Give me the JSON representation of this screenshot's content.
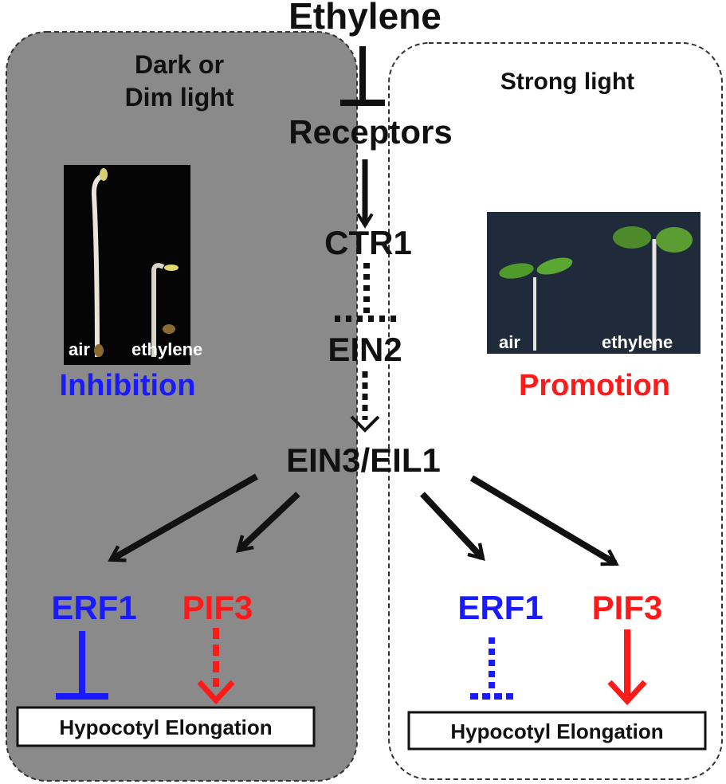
{
  "title": "Ethylene",
  "panels": {
    "left": {
      "heading_line1": "Dark or",
      "heading_line2": "Dim light",
      "photo_label_air": "air",
      "photo_label_ethylene": "ethylene",
      "effect": "Inhibition",
      "effect_color": "#1a1aff"
    },
    "right": {
      "heading": "Strong light",
      "photo_label_air": "air",
      "photo_label_ethylene": "ethylene",
      "effect": "Promotion",
      "effect_color": "#ff1a1a"
    }
  },
  "pathway": {
    "receptors": "Receptors",
    "ctr1": "CTR1",
    "ein2": "EIN2",
    "ein3": "EIN3/EIL1"
  },
  "targets": {
    "left_erf1": "ERF1",
    "left_pif3": "PIF3",
    "right_erf1": "ERF1",
    "right_pif3": "PIF3",
    "erf1_color": "#1a1aff",
    "pif3_color": "#ff1a1a"
  },
  "outputs": {
    "left": "Hypocotyl Elongation",
    "right": "Hypocotyl Elongation"
  },
  "colors": {
    "dark_panel": "#8a8a8a",
    "light_panel": "#ffffff",
    "arrow": "#111111"
  }
}
